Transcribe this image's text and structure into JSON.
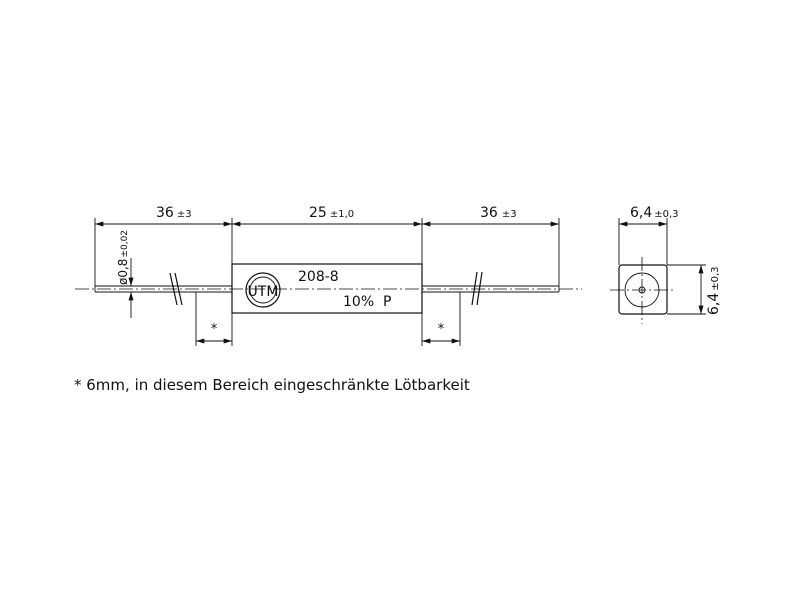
{
  "dimensions": {
    "left_lead_length": "36",
    "left_lead_tol": "±3",
    "body_length": "25",
    "body_tol": "±1,0",
    "right_lead_length": "36",
    "right_lead_tol": "±3",
    "wire_diameter": "ø0,8",
    "wire_diameter_tol": "±0,02",
    "body_width": "6,4",
    "body_width_tol": "±0,3",
    "body_height": "6,4",
    "body_height_tol": "±0,3",
    "restricted_zone_mark": "*"
  },
  "body_marking": {
    "logo": "UTM",
    "type": "208-8",
    "tolerance": "10%  P"
  },
  "footnote": "* 6mm, in diesem Bereich eingeschränkte Lötbarkeit"
}
